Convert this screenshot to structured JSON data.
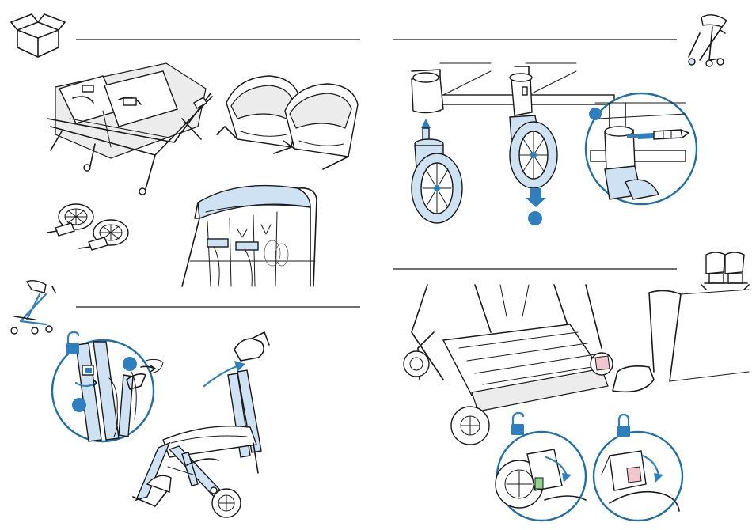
{
  "page": {
    "sections": [
      {
        "id": "box-contents",
        "icon": "box-icon"
      },
      {
        "id": "wheel-attach",
        "icon": "stroller-side-icon"
      },
      {
        "id": "unfold",
        "icon": "stroller-folded-icon"
      },
      {
        "id": "brake",
        "icon": "double-seat-icon"
      }
    ]
  },
  "colors": {
    "accent": "#2f7fbf",
    "accent_light": "#cfe2f3",
    "line": "#1a1a1a"
  }
}
